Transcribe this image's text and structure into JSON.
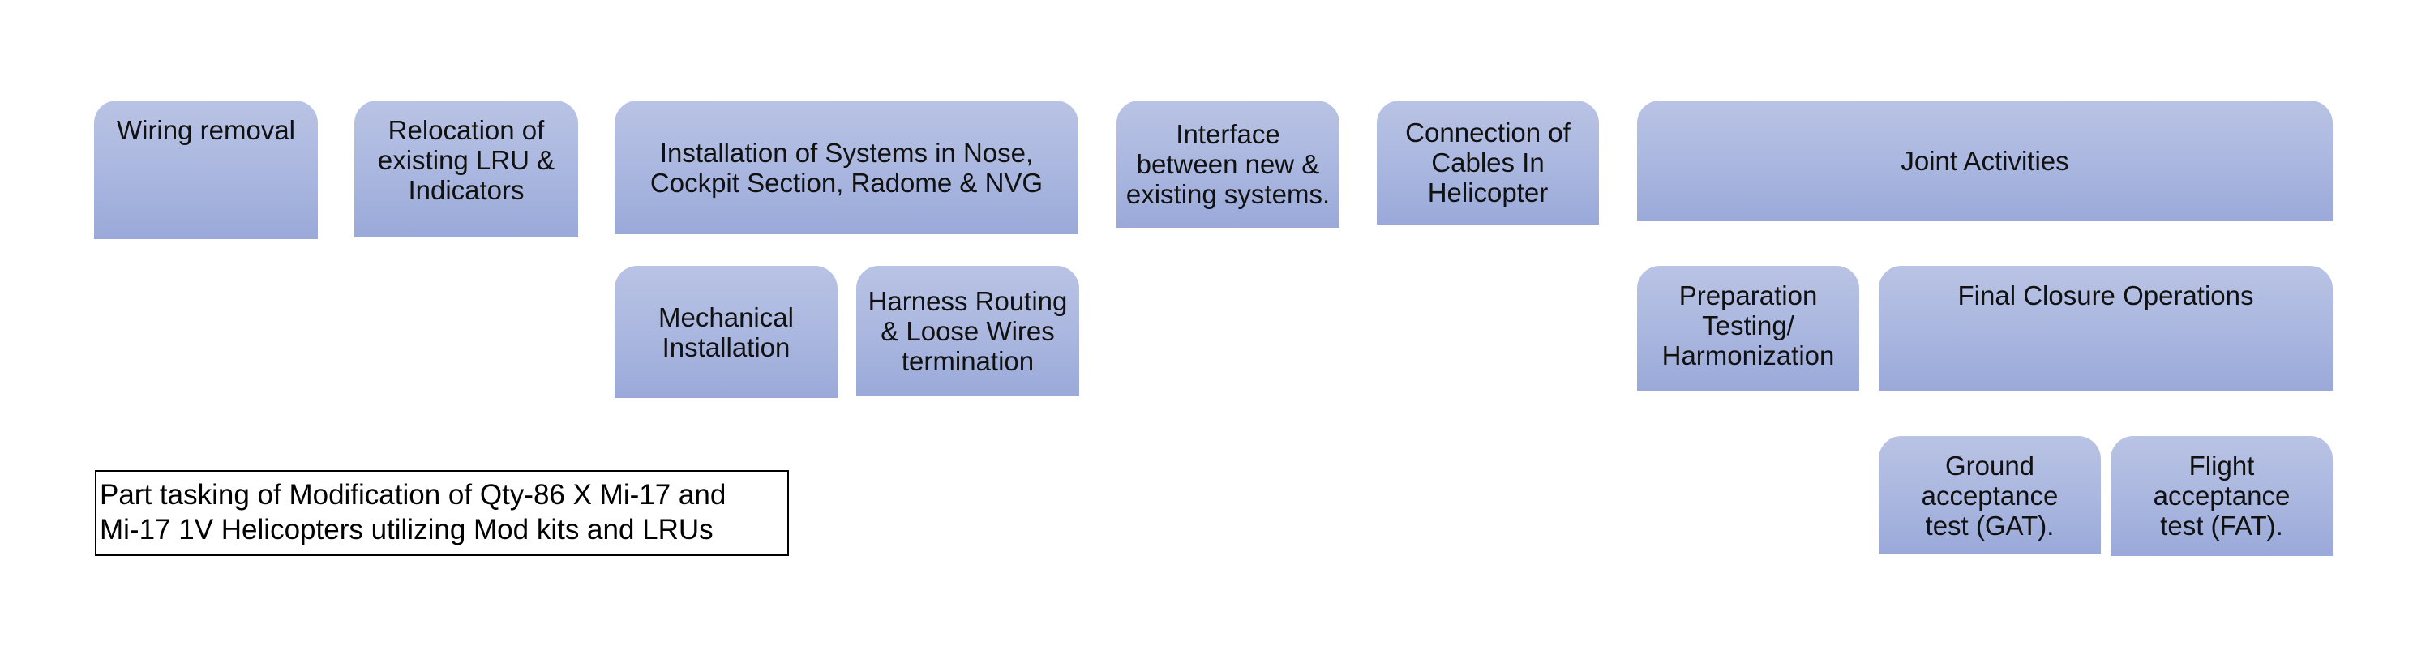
{
  "boxes": {
    "wiring_removal": "Wiring removal",
    "relocation": "Relocation of\nexisting LRU &\nIndicators",
    "installation": "Installation of Systems in Nose,\nCockpit Section, Radome & NVG",
    "interface": "Interface\nbetween new &\nexisting systems.",
    "connection": "Connection of\nCables In\nHelicopter",
    "joint_activities": "Joint Activities",
    "mechanical": "Mechanical\nInstallation",
    "harness": "Harness Routing\n& Loose Wires\ntermination",
    "preparation": "Preparation\nTesting/\nHarmonization",
    "final_closure": "Final Closure Operations",
    "gat": "Ground\nacceptance\ntest (GAT).",
    "fat": "Flight\nacceptance\ntest (FAT)."
  },
  "caption": "Part tasking of Modification of Qty-86 X Mi-17 and\nMi-17 1V Helicopters utilizing Mod kits and LRUs",
  "colors": {
    "box_fill_top": "#b9c3e4",
    "box_fill_bottom": "#9aa9d9",
    "text": "#111111",
    "caption_border": "#000000"
  }
}
